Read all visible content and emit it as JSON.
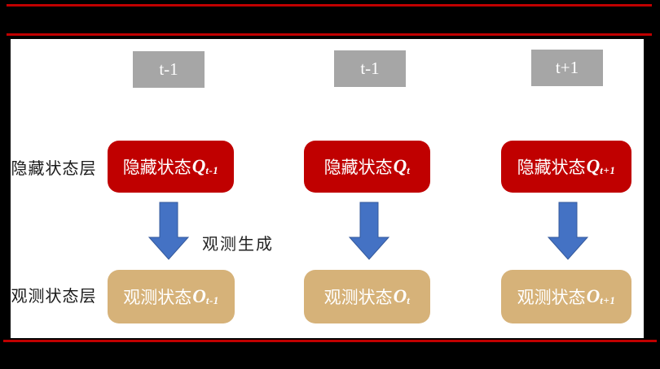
{
  "diagram": {
    "type": "hmm-structure-diagram",
    "row_labels": {
      "hidden": "隐藏状态层",
      "observed": "观测状态层"
    },
    "arrow_caption": "观测生成",
    "columns": [
      {
        "time": "t-1",
        "hidden_prefix": "隐藏状态",
        "hidden_var": "Q",
        "hidden_sub": "t-1",
        "obs_prefix": "观测状态",
        "obs_var": "O",
        "obs_sub": "t-1"
      },
      {
        "time": "t-1",
        "hidden_prefix": "隐藏状态",
        "hidden_var": "Q",
        "hidden_sub": "t",
        "obs_prefix": "观测状态",
        "obs_var": "O",
        "obs_sub": "t"
      },
      {
        "time": "t+1",
        "hidden_prefix": "隐藏状态",
        "hidden_var": "Q",
        "hidden_sub": "t+1",
        "obs_prefix": "观测状态",
        "obs_var": "O",
        "obs_sub": "t+1"
      }
    ]
  },
  "colors": {
    "background": "#000000",
    "content_bg": "#ffffff",
    "frame_line": "#c00000",
    "hidden_box": "#c00000",
    "observed_box": "#d6b279",
    "time_box": "#a6a6a6",
    "arrow": "#4472c4",
    "arrow_edge": "#35599b"
  }
}
